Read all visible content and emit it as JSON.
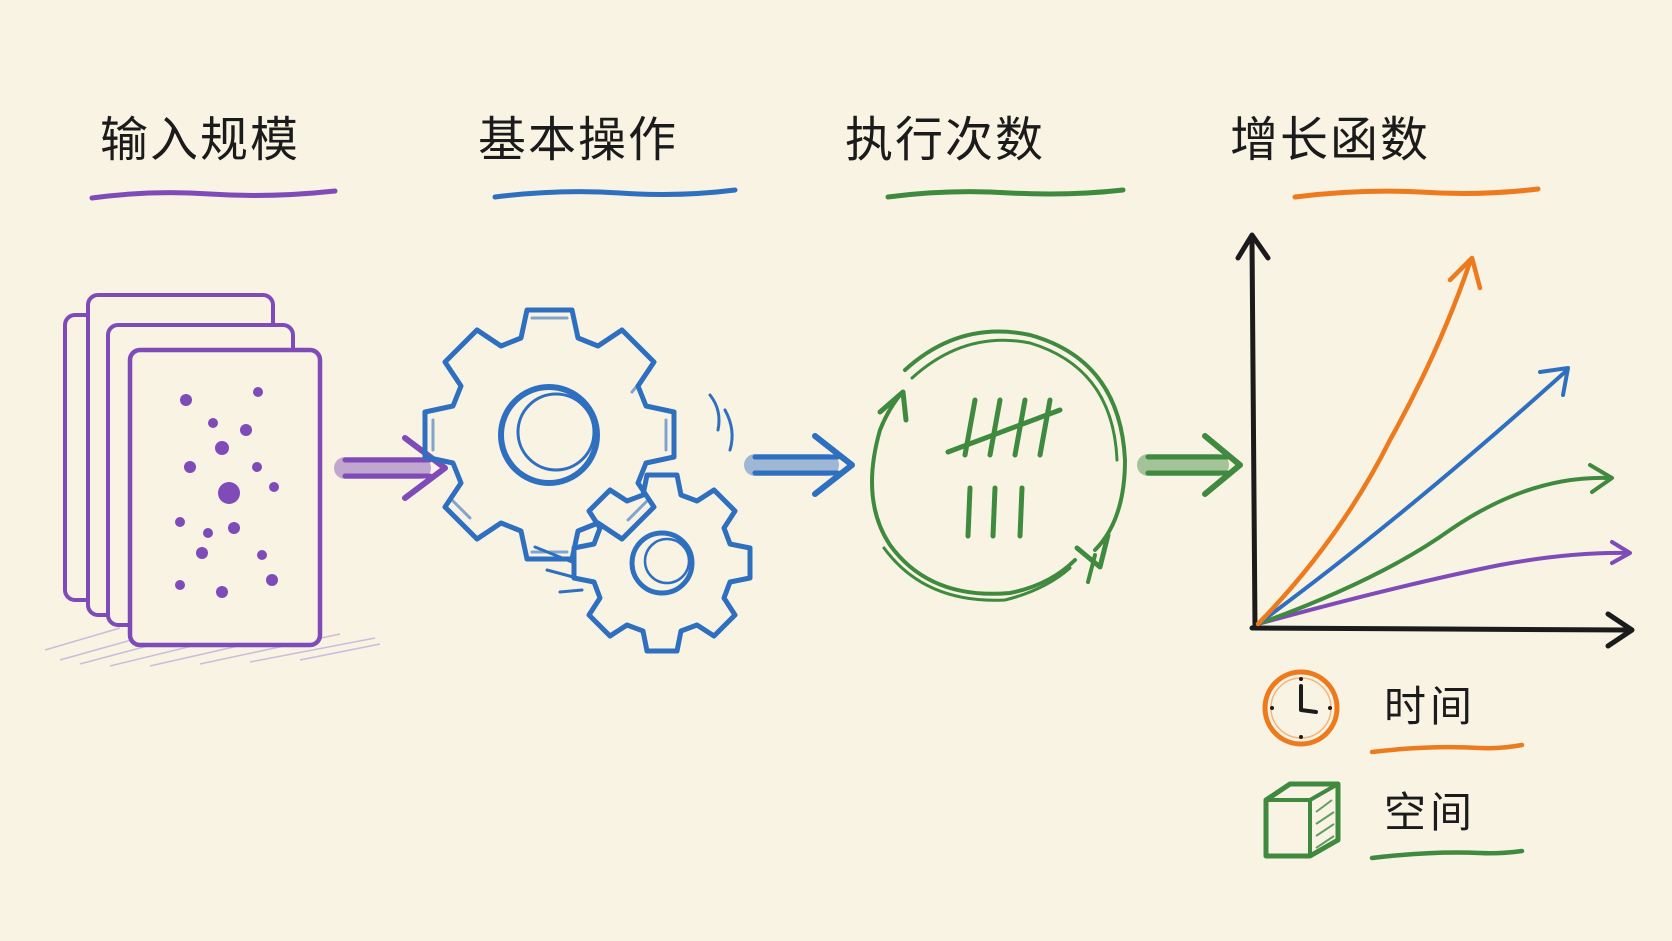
{
  "steps": [
    {
      "title": "输入规模",
      "color": "#7e4bb8"
    },
    {
      "title": "基本操作",
      "color": "#2f6fc0"
    },
    {
      "title": "执行次数",
      "color": "#3f8a3f"
    },
    {
      "title": "增长函数",
      "color": "#ee7a1e"
    }
  ],
  "legend": [
    {
      "label": "时间",
      "icon": "clock-icon",
      "color": "#ee7a1e"
    },
    {
      "label": "空间",
      "icon": "cube-icon",
      "color": "#3f8a3f"
    }
  ],
  "colors": {
    "purple": "#7e4bb8",
    "blue": "#2f6fc0",
    "green": "#3f8a3f",
    "orange": "#ee7a1e",
    "ink": "#1b1b1b",
    "paper": "#f8f3e3"
  }
}
